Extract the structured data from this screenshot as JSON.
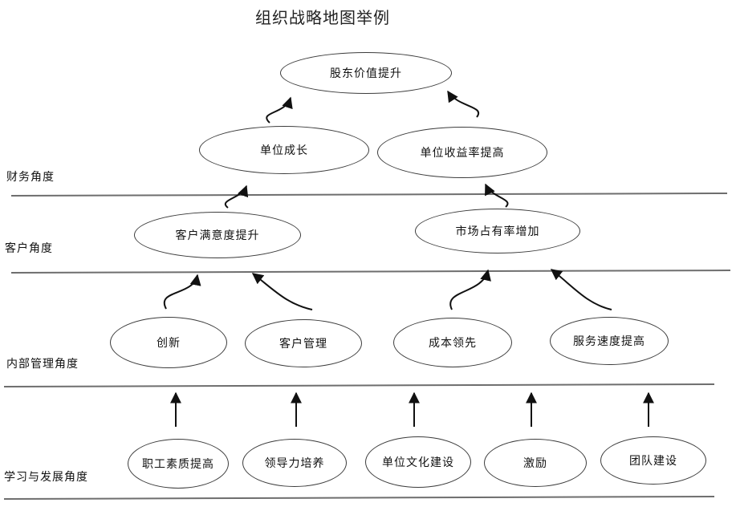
{
  "title": "组织战略地图举例",
  "perspective_labels": {
    "finance": "财务角度",
    "customer": "客户角度",
    "internal": "内部管理角度",
    "learning": "学习与发展角度"
  },
  "nodes": {
    "shareholder_value": {
      "label": "股东价值提升"
    },
    "unit_growth": {
      "label": "单位成长"
    },
    "unit_profit_rate": {
      "label": "单位收益率提高"
    },
    "customer_satisfaction": {
      "label": "客户满意度提升"
    },
    "market_share": {
      "label": "市场占有率增加"
    },
    "innovation": {
      "label": "创新"
    },
    "customer_management": {
      "label": "客户管理"
    },
    "cost_leadership": {
      "label": "成本领先"
    },
    "service_speed": {
      "label": "服务速度提高"
    },
    "staff_quality": {
      "label": "职工素质提高"
    },
    "leadership_training": {
      "label": "领导力培养"
    },
    "culture_building": {
      "label": "单位文化建设"
    },
    "incentive": {
      "label": "激励"
    },
    "team_building": {
      "label": "团队建设"
    }
  },
  "connections": [
    {
      "from": "unit_growth",
      "to": "shareholder_value",
      "style": "curved"
    },
    {
      "from": "unit_profit_rate",
      "to": "shareholder_value",
      "style": "curved"
    },
    {
      "from": "customer_satisfaction",
      "to": "unit_growth",
      "style": "curved"
    },
    {
      "from": "market_share",
      "to": "unit_profit_rate",
      "style": "curved"
    },
    {
      "from": "innovation",
      "to": "customer_satisfaction",
      "style": "curved"
    },
    {
      "from": "customer_management",
      "to": "customer_satisfaction",
      "style": "curved"
    },
    {
      "from": "cost_leadership",
      "to": "market_share",
      "style": "curved"
    },
    {
      "from": "service_speed",
      "to": "market_share",
      "style": "curved"
    },
    {
      "from": "staff_quality",
      "to": "internal-band",
      "style": "straight-up"
    },
    {
      "from": "leadership_training",
      "to": "internal-band",
      "style": "straight-up"
    },
    {
      "from": "culture_building",
      "to": "internal-band",
      "style": "straight-up"
    },
    {
      "from": "incentive",
      "to": "internal-band",
      "style": "straight-up"
    },
    {
      "from": "team_building",
      "to": "internal-band",
      "style": "straight-up"
    }
  ],
  "colors": {
    "background": "#ffffff",
    "ellipse_stroke": "#3c3c3c",
    "divider": "#6e6e6e",
    "arrow": "#111111",
    "text": "#111111"
  }
}
